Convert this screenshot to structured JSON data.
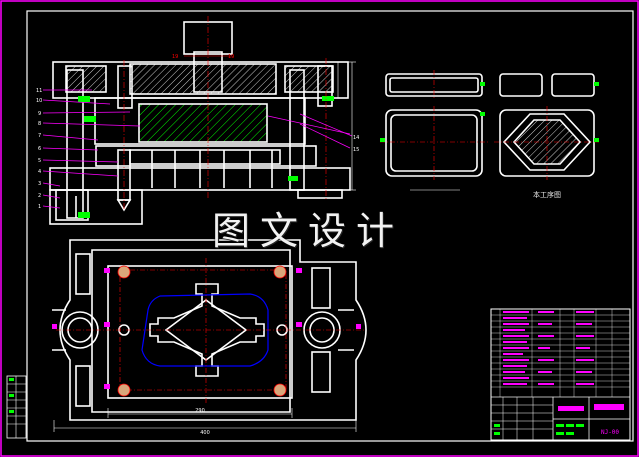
{
  "drawing": {
    "title_watermark": "图文设计",
    "blank_caption": "本工序图",
    "drawing_number": "NJ-00",
    "colors": {
      "background": "#000000",
      "outline": "#ffffff",
      "frame": "#ff00ff",
      "dimension": "#ff0000",
      "hatch": "#00ff00",
      "leader": "#ff00ff",
      "contour": "#0000ff",
      "accent": "#ffff00"
    },
    "part_numbers": [
      "11",
      "10",
      "9",
      "8",
      "7",
      "6",
      "5",
      "4",
      "3",
      "2",
      "1"
    ],
    "right_callouts": [
      "14",
      "15"
    ],
    "dims": {
      "top_width_left": "19",
      "top_width_right": "19",
      "plan_inner": "290",
      "plan_outer": "400"
    }
  }
}
